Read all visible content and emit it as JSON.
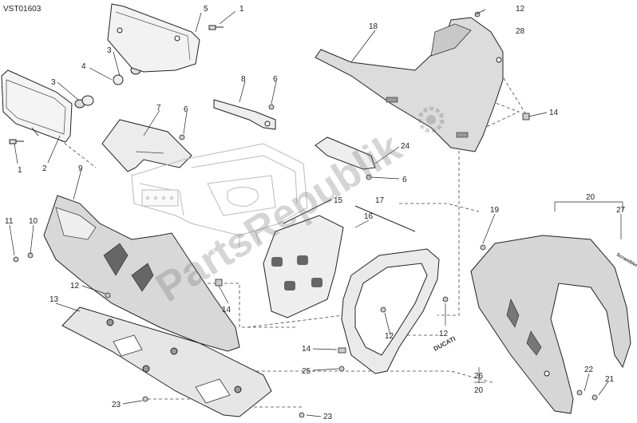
{
  "diagram": {
    "ref_code": "VST01603",
    "callouts": [
      {
        "id": "c1a",
        "text": "1"
      },
      {
        "id": "c5",
        "text": "5"
      },
      {
        "id": "c3a",
        "text": "3"
      },
      {
        "id": "c4",
        "text": "4"
      },
      {
        "id": "c3b",
        "text": "3"
      },
      {
        "id": "c1b",
        "text": "1"
      },
      {
        "id": "c2",
        "text": "2"
      },
      {
        "id": "c7",
        "text": "7"
      },
      {
        "id": "c6a",
        "text": "6"
      },
      {
        "id": "c8",
        "text": "8"
      },
      {
        "id": "c6b",
        "text": "6"
      },
      {
        "id": "c18",
        "text": "18"
      },
      {
        "id": "c12a",
        "text": "12"
      },
      {
        "id": "c28",
        "text": "28"
      },
      {
        "id": "c14a",
        "text": "14"
      },
      {
        "id": "c24",
        "text": "24"
      },
      {
        "id": "c6c",
        "text": "6"
      },
      {
        "id": "c9",
        "text": "9"
      },
      {
        "id": "c11",
        "text": "11"
      },
      {
        "id": "c10",
        "text": "10"
      },
      {
        "id": "c12b",
        "text": "12"
      },
      {
        "id": "c13",
        "text": "13"
      },
      {
        "id": "c14b",
        "text": "14"
      },
      {
        "id": "c15",
        "text": "15"
      },
      {
        "id": "c17",
        "text": "17"
      },
      {
        "id": "c16",
        "text": "16"
      },
      {
        "id": "c12c",
        "text": "12"
      },
      {
        "id": "c12d",
        "text": "12"
      },
      {
        "id": "c14c",
        "text": "14"
      },
      {
        "id": "c25",
        "text": "25"
      },
      {
        "id": "c20a",
        "text": "20"
      },
      {
        "id": "c19",
        "text": "19"
      },
      {
        "id": "c27",
        "text": "27"
      },
      {
        "id": "c26",
        "text": "26"
      },
      {
        "id": "c20b",
        "text": "20"
      },
      {
        "id": "c22",
        "text": "22"
      },
      {
        "id": "c21",
        "text": "21"
      },
      {
        "id": "c23a",
        "text": "23"
      },
      {
        "id": "c23b",
        "text": "23"
      }
    ],
    "watermark": "PartsRepublik",
    "decal_text": "DUCATI",
    "decal_sub": "Scrambler"
  }
}
